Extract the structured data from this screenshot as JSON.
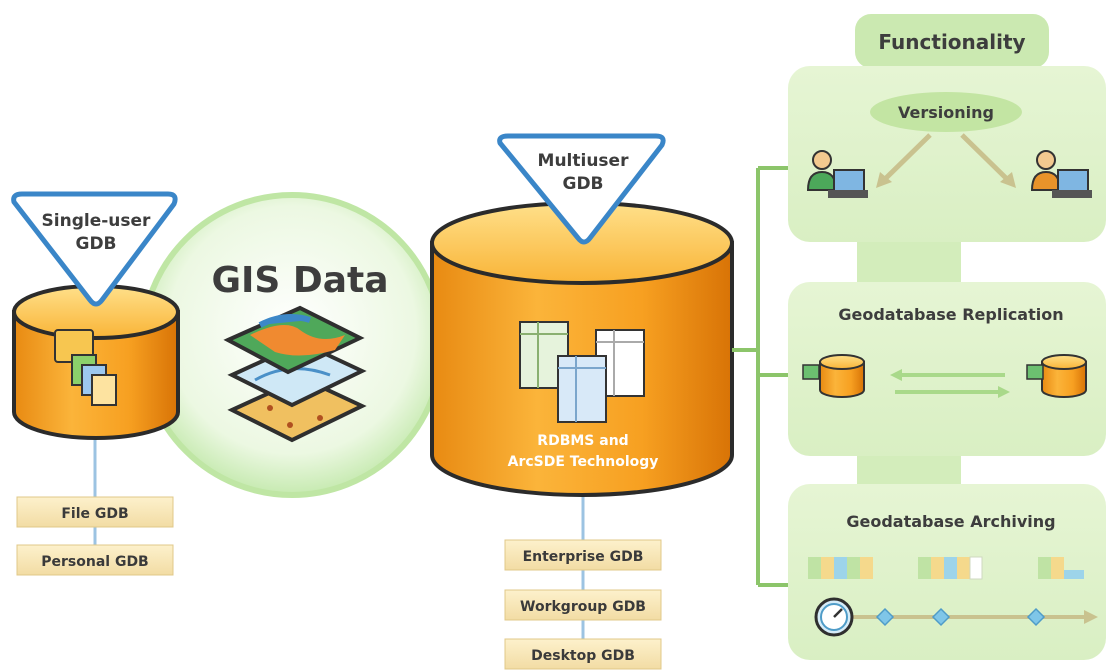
{
  "single_user": {
    "badge_line1": "Single-user",
    "badge_line2": "GDB",
    "types": [
      "File GDB",
      "Personal GDB"
    ]
  },
  "gis_data": {
    "title": "GIS Data"
  },
  "multiuser": {
    "badge_line1": "Multiuser",
    "badge_line2": "GDB",
    "tech_line1": "RDBMS and",
    "tech_line2": "ArcSDE Technology",
    "types": [
      "Enterprise GDB",
      "Workgroup GDB",
      "Desktop GDB"
    ]
  },
  "functionality": {
    "header": "Functionality",
    "versioning": "Versioning",
    "replication": "Geodatabase Replication",
    "archiving": "Geodatabase Archiving"
  },
  "colors": {
    "cylinder": "#f5a623",
    "cylinder_dark": "#d97c0c",
    "panel_green": "#e3f3cf",
    "badge_border": "#3a86c8",
    "label_box": "#f7e5b5",
    "circle_green": "#c7ebb0"
  },
  "icons": [
    "folder-doc-icon",
    "map-layers-icon",
    "table-docs-icon",
    "user-computer-icon",
    "clock-icon"
  ]
}
